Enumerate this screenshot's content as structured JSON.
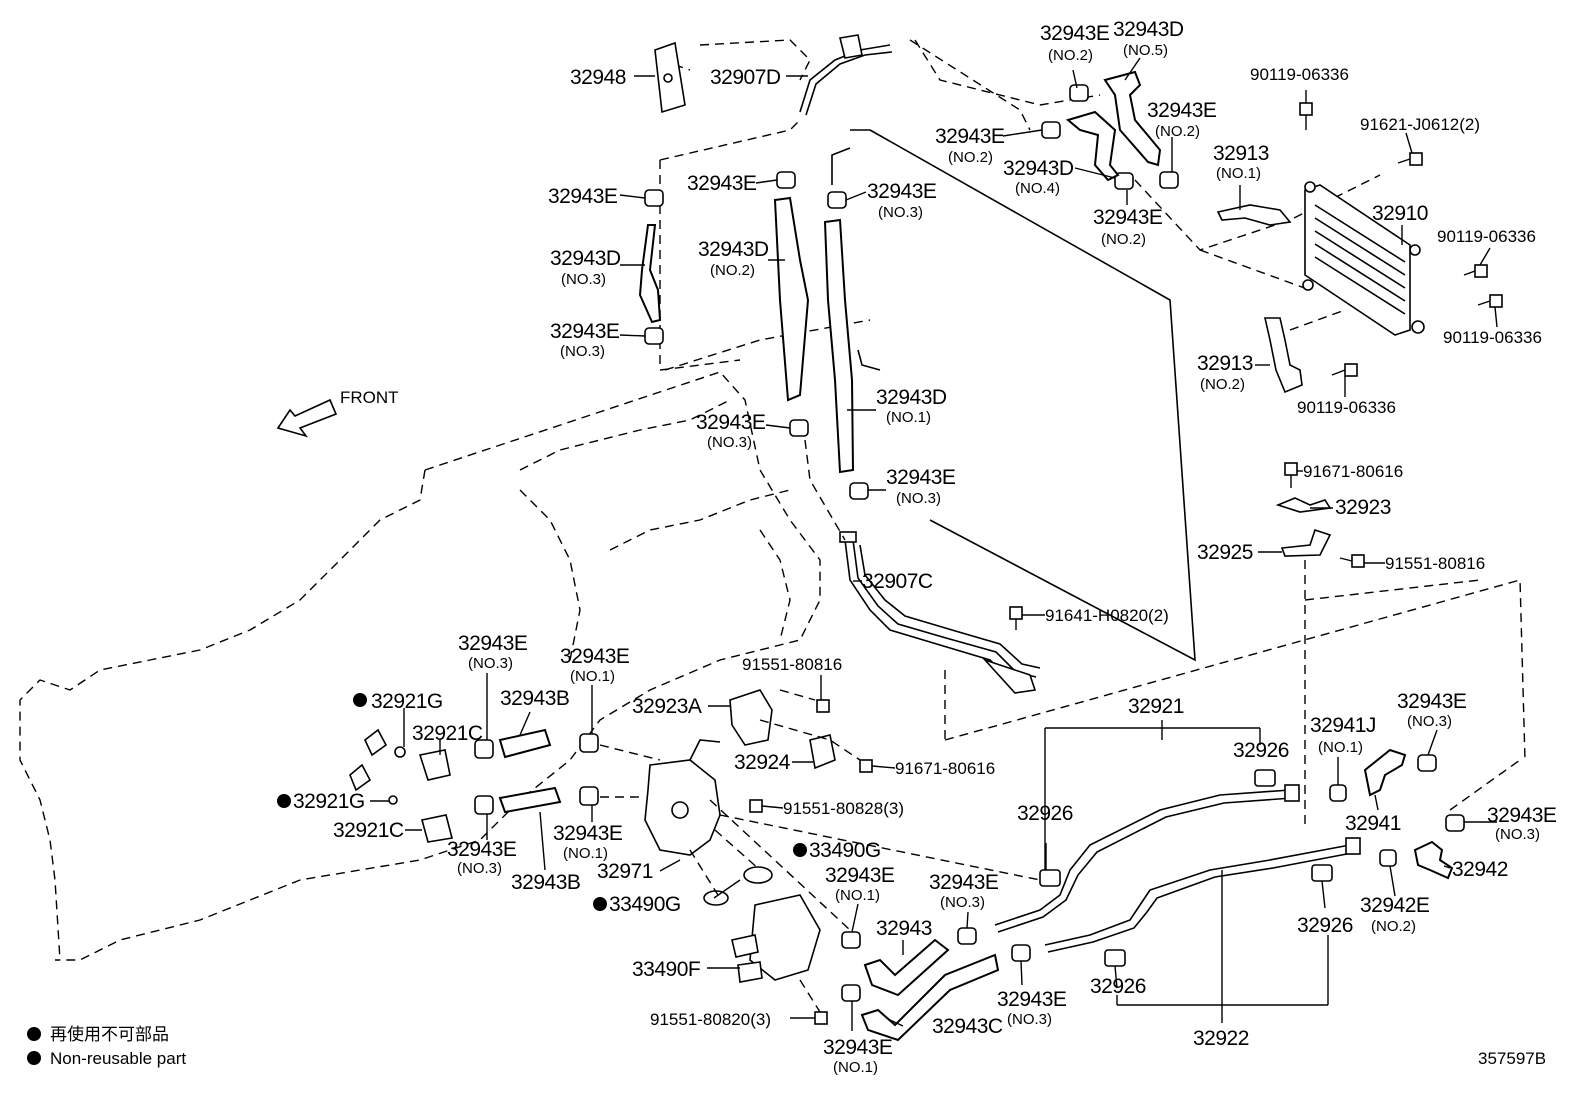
{
  "front_label": "FRONT",
  "diagram_code": "357597B",
  "legend": {
    "jp": "再使用不可部品",
    "en": "Non-reusable part"
  },
  "callouts": {
    "p32948": "32948",
    "p32907D": "32907D",
    "p32943E_a": "32943E",
    "p32943E_a_sub": "(NO.2)",
    "p32943D_a": "32943D",
    "p32943D_a_sub": "(NO.5)",
    "p90119_top": "90119-06336",
    "p91621": "91621-J0612(2)",
    "p32943E_b": "32943E",
    "p32943E_b_sub": "(NO.2)",
    "p32943E_c": "32943E",
    "p32943E_c_sub": "(NO.2)",
    "p32943D_b": "32943D",
    "p32943D_b_sub": "(NO.4)",
    "p32913_1": "32913",
    "p32913_1_sub": "(NO.1)",
    "p32943E_d": "32943E",
    "p32943E_d_sub": "(NO.2)",
    "p32910": "32910",
    "p90119_r1": "90119-06336",
    "p90119_r2": "90119-06336",
    "p32943E_e": "32943E",
    "p32943E_f": "32943E",
    "p32943E_g": "32943E",
    "p32943E_g_sub": "(NO.3)",
    "p32943D_c": "32943D",
    "p32943D_c_sub": "(NO.3)",
    "p32943D_d": "32943D",
    "p32943D_d_sub": "(NO.2)",
    "p32943E_h": "32943E",
    "p32943E_h_sub": "(NO.3)",
    "p32913_2": "32913",
    "p32913_2_sub": "(NO.2)",
    "p90119_r3": "90119-06336",
    "p32943D_e": "32943D",
    "p32943D_e_sub": "(NO.1)",
    "p32943E_i": "32943E",
    "p32943E_i_sub": "(NO.3)",
    "p32943E_j": "32943E",
    "p32943E_j_sub": "(NO.3)",
    "p91671_top": "91671-80616",
    "p32923": "32923",
    "p32925": "32925",
    "p91551_816_r": "91551-80816",
    "p32907C": "32907C",
    "p91641": "91641-H0820(2)",
    "p32943E_k": "32943E",
    "p32943E_k_sub": "(NO.3)",
    "p32943E_l": "32943E",
    "p32943E_l_sub": "(NO.1)",
    "p32921G_a": "32921G",
    "p32921C_a": "32921C",
    "p32943B_a": "32943B",
    "p91551_816_c": "91551-80816",
    "p32923A": "32923A",
    "p32921": "32921",
    "p32926_a": "32926",
    "p32941J": "32941J",
    "p32941J_sub": "(NO.1)",
    "p32943E_m": "32943E",
    "p32943E_m_sub": "(NO.3)",
    "p32924": "32924",
    "p91671_c": "91671-80616",
    "p32921G_b": "32921G",
    "p91551_828": "91551-80828(3)",
    "p32921C_b": "32921C",
    "p32943E_n": "32943E",
    "p32943E_n_sub": "(NO.3)",
    "p32943E_o": "32943E",
    "p32943E_o_sub": "(NO.1)",
    "p32943B_b": "32943B",
    "p32971": "32971",
    "p33490G_a": "33490G",
    "p33490G_b": "33490G",
    "p32943E_p": "32943E",
    "p32943E_p_sub": "(NO.1)",
    "p32943E_q": "32943E",
    "p32943E_q_sub": "(NO.3)",
    "p32926_b": "32926",
    "p32941": "32941",
    "p32943E_r": "32943E",
    "p32943E_r_sub": "(NO.3)",
    "p32942": "32942",
    "p32942E": "32942E",
    "p32942E_sub": "(NO.2)",
    "p32926_c": "32926",
    "p32943": "32943",
    "p33490F": "33490F",
    "p32926_d": "32926",
    "p32943E_s": "32943E",
    "p32943E_s_sub": "(NO.3)",
    "p91551_820": "91551-80820(3)",
    "p32943C": "32943C",
    "p32922": "32922",
    "p32943E_t": "32943E",
    "p32943E_t_sub": "(NO.1)"
  }
}
